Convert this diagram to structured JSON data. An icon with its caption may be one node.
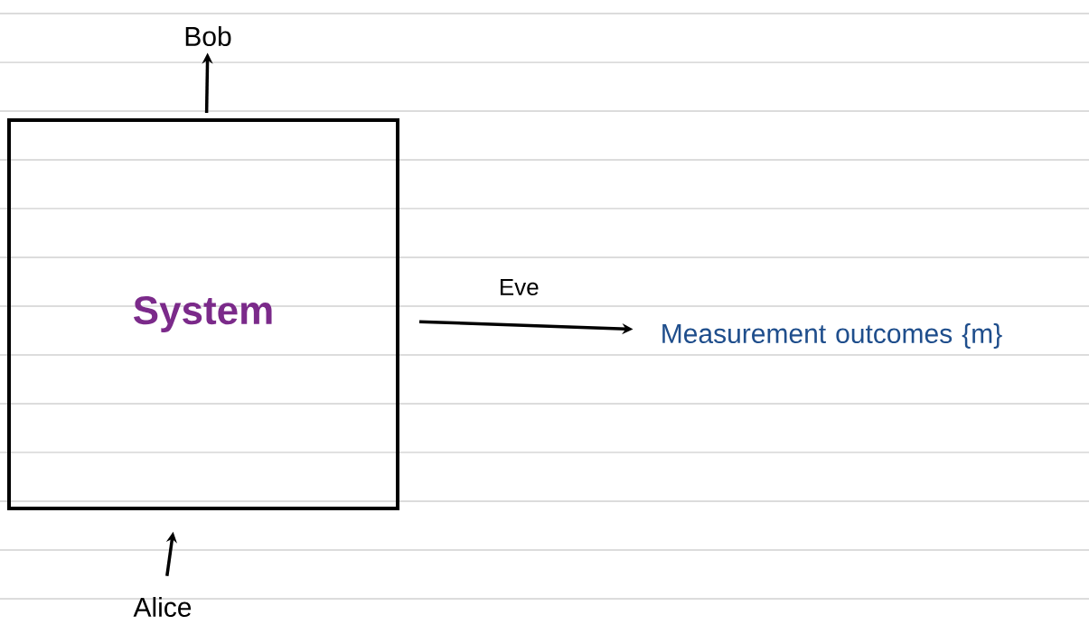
{
  "diagram": {
    "nodes": [
      {
        "text": [
          "System"
        ]
      },
      {
        "text": [
          "Bob"
        ]
      },
      {
        "text": [
          "Alice"
        ]
      },
      {
        "text": [
          "Measurement outcomes {m}"
        ]
      }
    ],
    "edges": [
      {
        "from": 2,
        "to": 0,
        "arrow": "to"
      },
      {
        "from": 0,
        "to": 1,
        "arrow": "to"
      },
      {
        "from": 0,
        "to": 3,
        "arrow": "to",
        "label": "Eve"
      }
    ]
  }
}
